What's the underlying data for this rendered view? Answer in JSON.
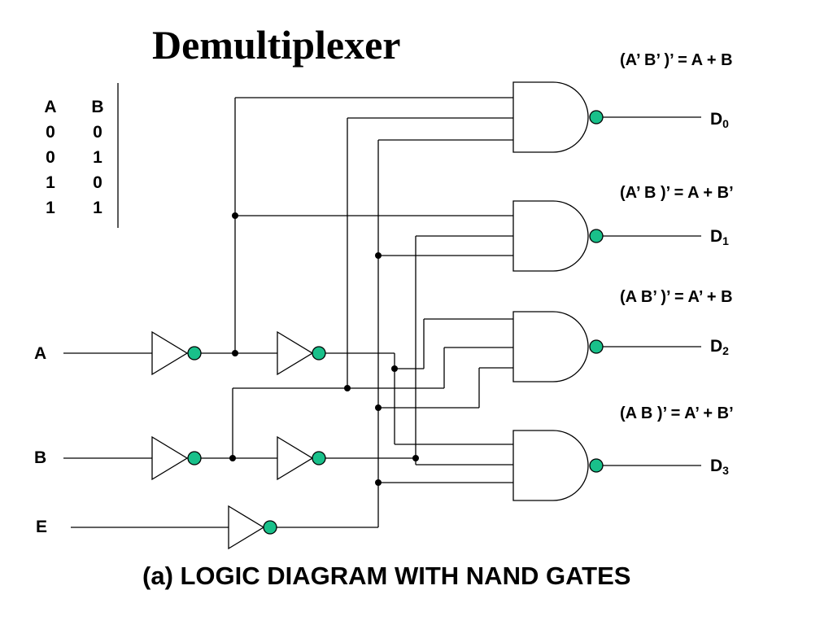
{
  "title": "Demultiplexer",
  "caption": "(a)  LOGIC DIAGRAM WITH NAND GATES",
  "truth_table": {
    "headers": [
      "A",
      "B"
    ],
    "rows": [
      [
        "0",
        "0"
      ],
      [
        "0",
        "1"
      ],
      [
        "1",
        "0"
      ],
      [
        "1",
        "1"
      ]
    ]
  },
  "inputs": {
    "a": "A",
    "b": "B",
    "e": "E"
  },
  "outputs": [
    {
      "name": "D",
      "sub": "0",
      "equation": "(A’ B’ )’ = A + B"
    },
    {
      "name": "D",
      "sub": "1",
      "equation": "(A’ B )’ = A + B’"
    },
    {
      "name": "D",
      "sub": "2",
      "equation": "(A  B’ )’ = A’ + B"
    },
    {
      "name": "D",
      "sub": "3",
      "equation": "(A  B )’ = A’ + B’"
    }
  ],
  "colors": {
    "bubble": "#19c08a",
    "line": "#000000"
  }
}
